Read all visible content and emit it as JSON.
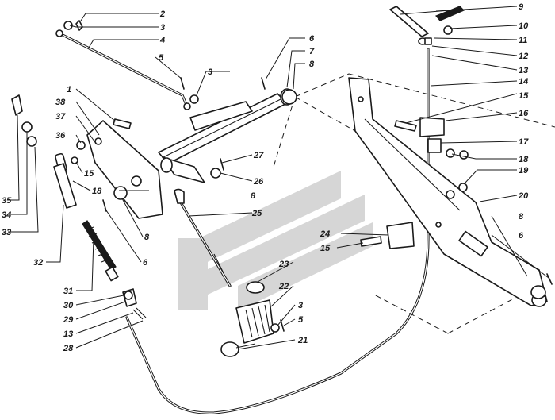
{
  "callouts": {
    "n1": "1",
    "n2": "2",
    "n3a": "3",
    "n3b": "3",
    "n3c": "3",
    "n4": "4",
    "n5a": "5",
    "n5b": "5",
    "n6a": "6",
    "n6b": "6",
    "n6c": "6",
    "n7": "7",
    "n8a": "8",
    "n8b": "8",
    "n8c": "8",
    "n8d": "8",
    "n9": "9",
    "n10": "10",
    "n11": "11",
    "n12": "12",
    "n13a": "13",
    "n13b": "13",
    "n14": "14",
    "n15a": "15",
    "n15b": "15",
    "n15c": "15",
    "n16": "16",
    "n17": "17",
    "n18a": "18",
    "n18b": "18",
    "n19": "19",
    "n20": "20",
    "n21": "21",
    "n22": "22",
    "n23": "23",
    "n24": "24",
    "n25": "25",
    "n26": "26",
    "n27": "27",
    "n28": "28",
    "n29": "29",
    "n30": "30",
    "n31": "31",
    "n32": "32",
    "n33": "33",
    "n34": "34",
    "n35": "35",
    "n36": "36",
    "n37": "37",
    "n38": "38"
  },
  "colors": {
    "line": "#1a1a1a",
    "watermark": "#d6d6d6",
    "background": "#ffffff"
  }
}
